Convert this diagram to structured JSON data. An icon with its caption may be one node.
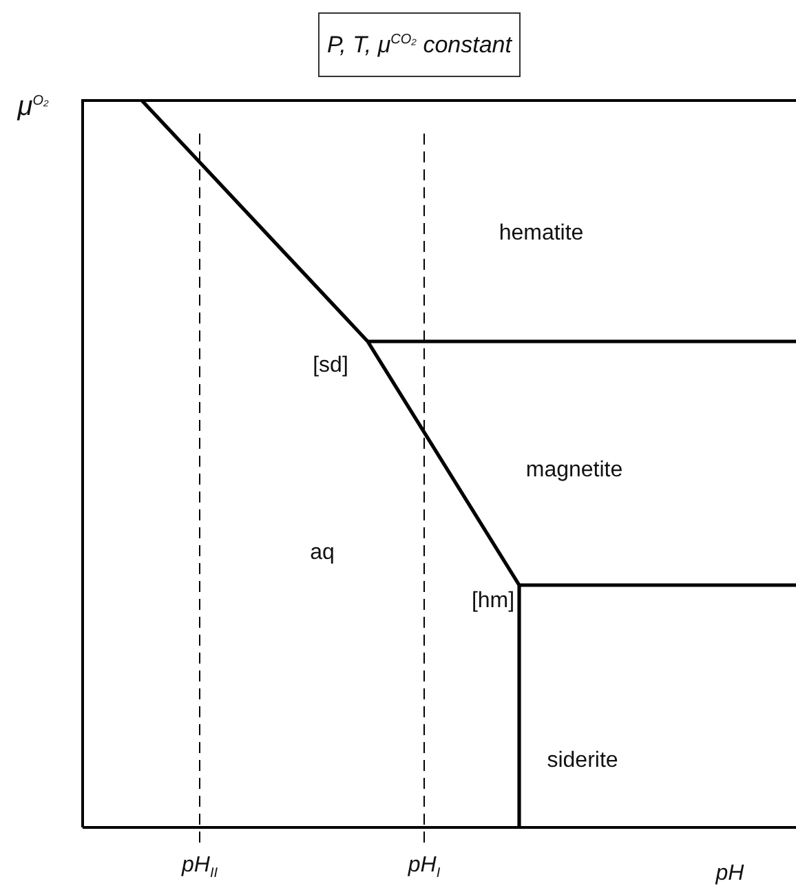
{
  "diagram": {
    "nodes": [
      {
        "text": [
          "P, T, μ$^{CO₂}$ constant"
        ]
      }
    ],
    "labels": [
      "μ$^{O₂}$",
      "hematite",
      "[sd]",
      "magnetite",
      "aq",
      "[hm]",
      "siderite",
      "pH$_{II}$",
      "pH$_{I}$",
      "pH"
    ]
  }
}
